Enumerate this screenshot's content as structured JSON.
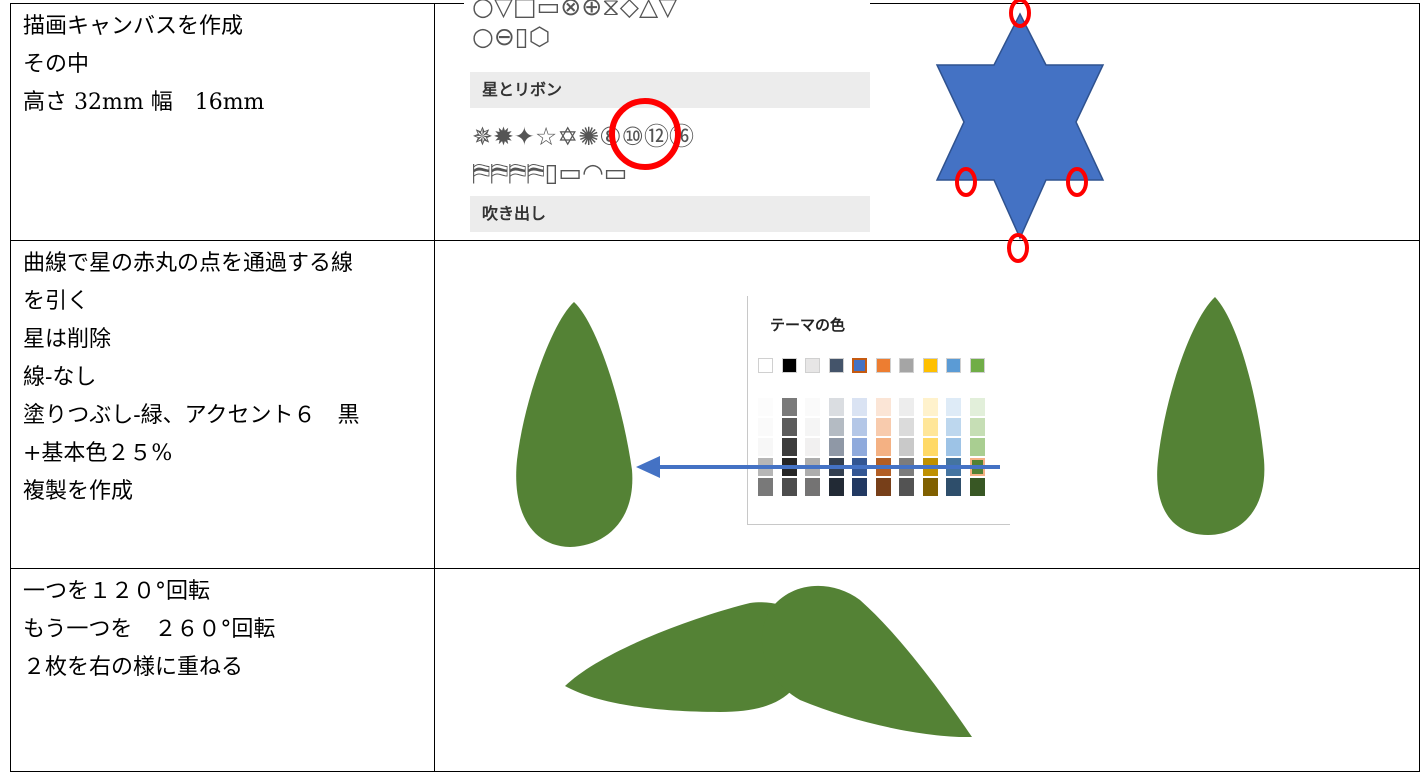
{
  "rows": [
    {
      "lines": [
        "描画キャンバスを作成",
        "その中",
        "高さ 32mm 幅　16mm"
      ]
    },
    {
      "lines": [
        "曲線で星の赤丸の点を通過する線",
        "を引く",
        "星は削除",
        "線-なし",
        "塗りつぶし-緑、アクセント６　黒",
        "+基本色２５%",
        "複製を作成"
      ]
    },
    {
      "lines": [
        "一つを１２０°回転",
        "もう一つを　２６０°回転",
        "２枚を右の様に重ねる"
      ]
    }
  ],
  "shape_menu": {
    "section_stars": "星とリボン",
    "section_callouts": "吹き出し",
    "row_flowchart_1": "○▽□▭⊗⊕⧖◇△▽",
    "row_flowchart_2": "○⊖▯⬡",
    "row_stars": "✵✹✦☆✡✺⑧⑩⑫⑯",
    "row_ribbons": "⛿⛿⛿⛿▯▭◠▭"
  },
  "palette": {
    "title": "テーマの色",
    "theme_colors": [
      "#ffffff",
      "#000000",
      "#e7e6e6",
      "#44546a",
      "#4472c4",
      "#ed7d31",
      "#a5a5a5",
      "#ffc000",
      "#5b9bd5",
      "#70ad47"
    ],
    "selected_color": "#538135"
  },
  "colors": {
    "star_fill": "#4472c4",
    "leaf_fill": "#548235",
    "highlight_red": "#ff0000",
    "arrow_blue": "#4472c4"
  }
}
